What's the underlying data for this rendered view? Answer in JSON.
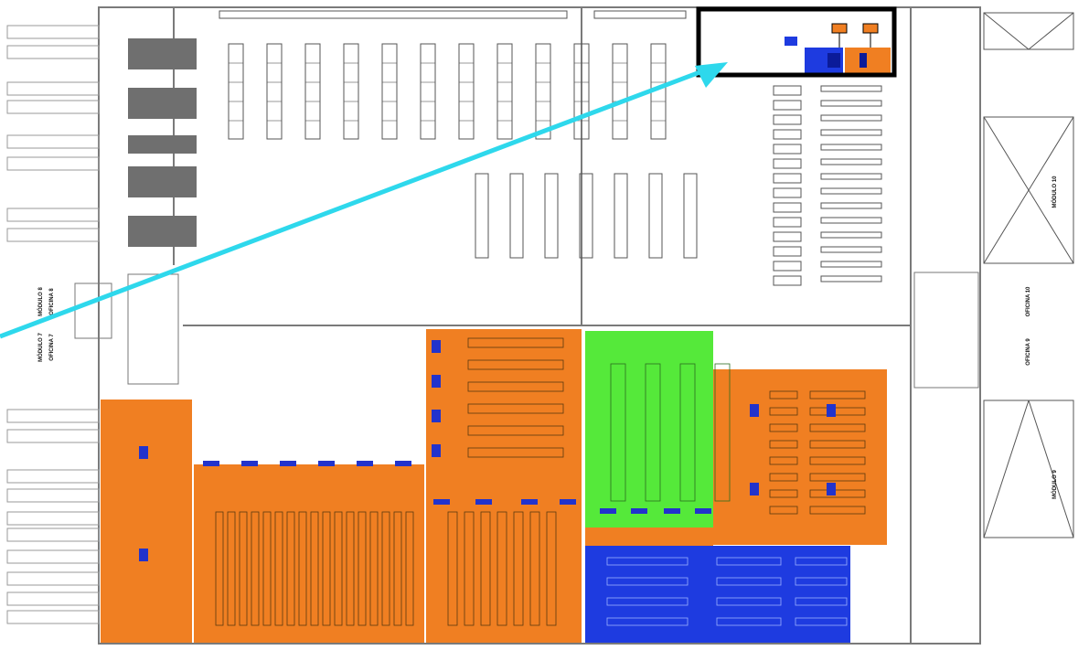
{
  "colors": {
    "orange": "#F07F22",
    "green": "#55E93A",
    "blue": "#1E3BE0",
    "rack_blue": "#2233CC",
    "cyan_arrow": "#2ED8EC",
    "highlight_frame": "#000000",
    "wall": "#7A7A7A",
    "rack_outline": "#555555",
    "dark_block": "#6F6F6F"
  },
  "labels": {
    "modulo_10": "MÓDULO 10",
    "oficina_10": "OFICINA 10",
    "oficina_9": "OFICINA 9",
    "modulo_9": "MÓDULO 9",
    "modulo_8": "MÓDULO 8",
    "oficina_8": "OFICINA 8",
    "modulo_7": "MÓDULO 7",
    "oficina_7": "OFICINA 7"
  },
  "icons": {
    "arrow": "cyan-pointer-arrow",
    "frame": "highlight-frame"
  }
}
